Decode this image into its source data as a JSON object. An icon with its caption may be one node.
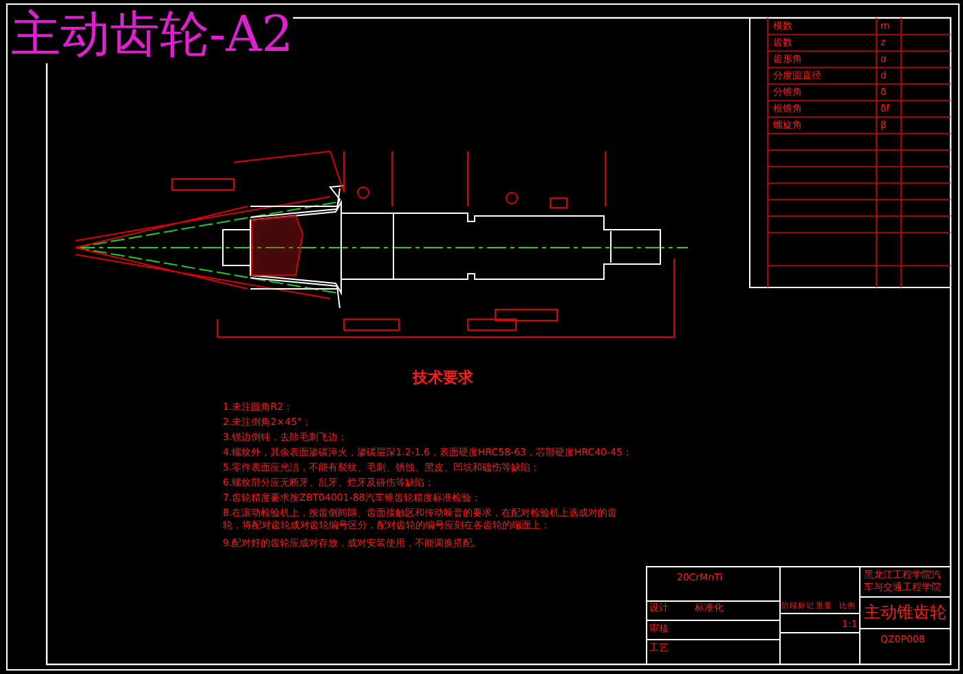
{
  "diagram": {
    "title": "主动齿轮-A2",
    "labels": [
      "技术要求",
      "1.未注圆角R2；",
      "2.未注倒角2×45°；",
      "3.锐边倒钝，去除毛刺飞边；",
      "4.螺纹外，其余表面渗碳淬火，渗碳层深1.2-1.6，表面硬度HRC58-63，芯部硬度HRC40-45；",
      "5.零件表面应光洁，不能有裂纹、毛刺、锈蚀、黑皮、凹坑和磕伤等缺陷；",
      "6.螺纹部分应无断牙、乱牙、烂牙及碰伤等缺陷；",
      "7.齿轮精度要求按ZBT04001-88汽车锥齿轮精度标准检验；",
      "8.在滚动检验机上，按齿侧间隙、齿面接触区和传动噪音的要求，在配对检验机上选成对的齿轮，将配对齿轮成对齿轮编号区分，配对齿轮的编号应刻在各齿轮的端面上；",
      "9.配对好的齿轮应成对存放，成对安装使用，不能调换搭配。",
      "20CrMnTi",
      "黑龙江工程学院汽车与交通工程学院",
      "主动锥齿轮",
      "QZ0P008",
      "阶段标记",
      "重量",
      "比例",
      "1:1",
      "设计",
      "标准化",
      "审核",
      "工艺",
      "模数",
      "m",
      "齿数",
      "z",
      "齿形角",
      "α",
      "分度圆直径",
      "d",
      "分锥角",
      "δ",
      "根锥角",
      "δf",
      "螺旋角",
      "β"
    ]
  }
}
